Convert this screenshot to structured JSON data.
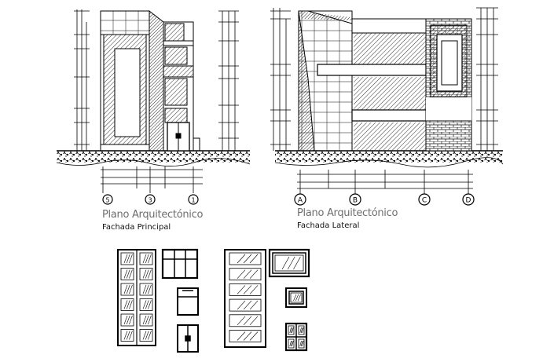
{
  "drawings": [
    {
      "id": "principal",
      "title": "Plano Arquitectónico",
      "subtitle": "Fachada Principal",
      "axes": [
        "5",
        "3",
        "1"
      ]
    },
    {
      "id": "lateral",
      "title": "Plano Arquitectónico",
      "subtitle": "Fachada Lateral",
      "axes": [
        "A",
        "B",
        "C",
        "D"
      ]
    }
  ],
  "colors": {
    "line": "#000000",
    "hatch": "#444444",
    "caption": "#6e6e6e"
  },
  "window_schedule": {
    "type": "window-and-door-details",
    "columns": 2
  }
}
